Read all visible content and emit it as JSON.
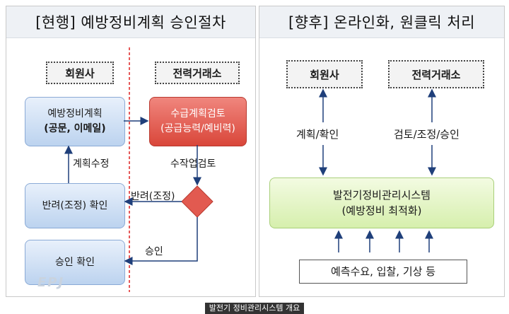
{
  "left_panel": {
    "title": "[현행] 예방정비계획 승인절차",
    "col_member": "회원사",
    "col_exchange": "전력거래소",
    "box_plan_line1": "예방정비계획",
    "box_plan_line2": "(공문, 이메일)",
    "box_review_line1": "수급계획검토",
    "box_review_line2": "(공급능력/예비력)",
    "box_reject": "반려(조정) 확인",
    "box_approve": "승인 확인",
    "label_revise": "계획수정",
    "label_work_review": "수작업검토",
    "label_reject": "반려(조정)",
    "label_approve": "승인",
    "watermark": "EPJ"
  },
  "right_panel": {
    "title": "[향후] 온라인화, 원클릭 처리",
    "col_member": "회원사",
    "col_exchange": "전력거래소",
    "label_plan_check": "계획/확인",
    "label_review": "검토/조정/승인",
    "system_line1": "발전기정비관리시스템",
    "system_line2": "(예방정비 최적화)",
    "input_box": "예측수요, 입찰, 기상 등"
  },
  "caption": "발전기 정비관리시스템 개요",
  "colors": {
    "blue_box": "#bcd3ef",
    "red_box": "#d9463a",
    "green_box": "#d6efad",
    "arrow": "#1f3f7a",
    "divider": "#d22"
  }
}
